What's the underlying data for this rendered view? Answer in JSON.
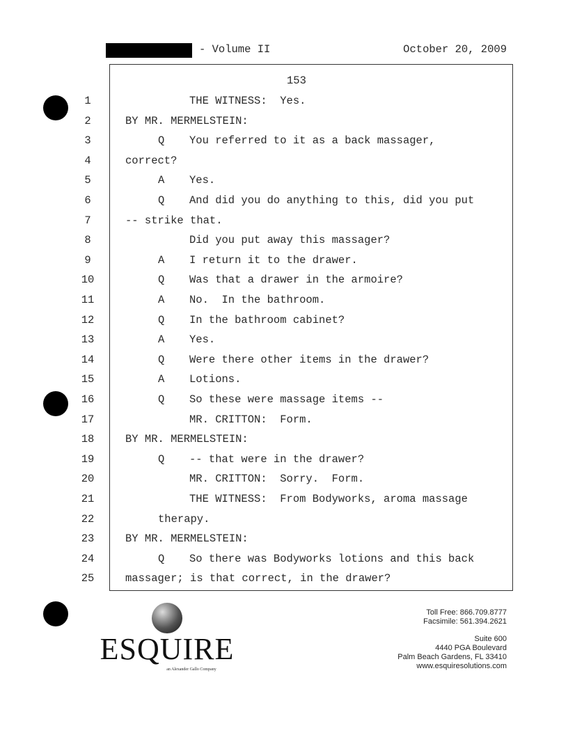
{
  "header": {
    "volume": "- Volume II",
    "date": "October 20, 2009"
  },
  "page_number": "153",
  "lines": [
    {
      "num": "1",
      "kind": "colloquy",
      "text": "THE WITNESS:  Yes."
    },
    {
      "num": "2",
      "kind": "body",
      "text": "BY MR. MERMELSTEIN:"
    },
    {
      "num": "3",
      "kind": "qa",
      "speaker": "Q",
      "text": "You referred to it as a back massager,"
    },
    {
      "num": "4",
      "kind": "body",
      "text": "correct?"
    },
    {
      "num": "5",
      "kind": "qa",
      "speaker": "A",
      "text": "Yes."
    },
    {
      "num": "6",
      "kind": "qa",
      "speaker": "Q",
      "text": "And did you do anything to this, did you put"
    },
    {
      "num": "7",
      "kind": "body",
      "text": "-- strike that."
    },
    {
      "num": "8",
      "kind": "colloquy",
      "text": "Did you put away this massager?"
    },
    {
      "num": "9",
      "kind": "qa",
      "speaker": "A",
      "text": "I return it to the drawer."
    },
    {
      "num": "10",
      "kind": "qa",
      "speaker": "Q",
      "text": "Was that a drawer in the armoire?"
    },
    {
      "num": "11",
      "kind": "qa",
      "speaker": "A",
      "text": "No.  In the bathroom."
    },
    {
      "num": "12",
      "kind": "qa",
      "speaker": "Q",
      "text": "In the bathroom cabinet?"
    },
    {
      "num": "13",
      "kind": "qa",
      "speaker": "A",
      "text": "Yes."
    },
    {
      "num": "14",
      "kind": "qa",
      "speaker": "Q",
      "text": "Were there other items in the drawer?"
    },
    {
      "num": "15",
      "kind": "qa",
      "speaker": "A",
      "text": "Lotions."
    },
    {
      "num": "16",
      "kind": "qa",
      "speaker": "Q",
      "text": "So these were massage items --"
    },
    {
      "num": "17",
      "kind": "colloquy",
      "text": "MR. CRITTON:  Form."
    },
    {
      "num": "18",
      "kind": "body",
      "text": "BY MR. MERMELSTEIN:"
    },
    {
      "num": "19",
      "kind": "qa",
      "speaker": "Q",
      "text": "-- that were in the drawer?"
    },
    {
      "num": "20",
      "kind": "colloquy",
      "text": "MR. CRITTON:  Sorry.  Form."
    },
    {
      "num": "21",
      "kind": "colloquy",
      "text": "THE WITNESS:  From Bodyworks, aroma massage"
    },
    {
      "num": "22",
      "kind": "cont",
      "text": "therapy."
    },
    {
      "num": "23",
      "kind": "body",
      "text": "BY MR. MERMELSTEIN:"
    },
    {
      "num": "24",
      "kind": "qa",
      "speaker": "Q",
      "text": "So there was Bodyworks lotions and this back"
    },
    {
      "num": "25",
      "kind": "body",
      "text": "massager; is that correct, in the drawer?"
    }
  ],
  "footer": {
    "brand": "ESQUIRE",
    "tagline": "an Alexander Gallo Company",
    "toll_free": "Toll Free: 866.709.8777",
    "facsimile": "Facsimile: 561.394.2621",
    "suite": "Suite 600",
    "street": "4440 PGA Boulevard",
    "city": "Palm Beach Gardens, FL 33410",
    "website": "www.esquiresolutions.com"
  }
}
